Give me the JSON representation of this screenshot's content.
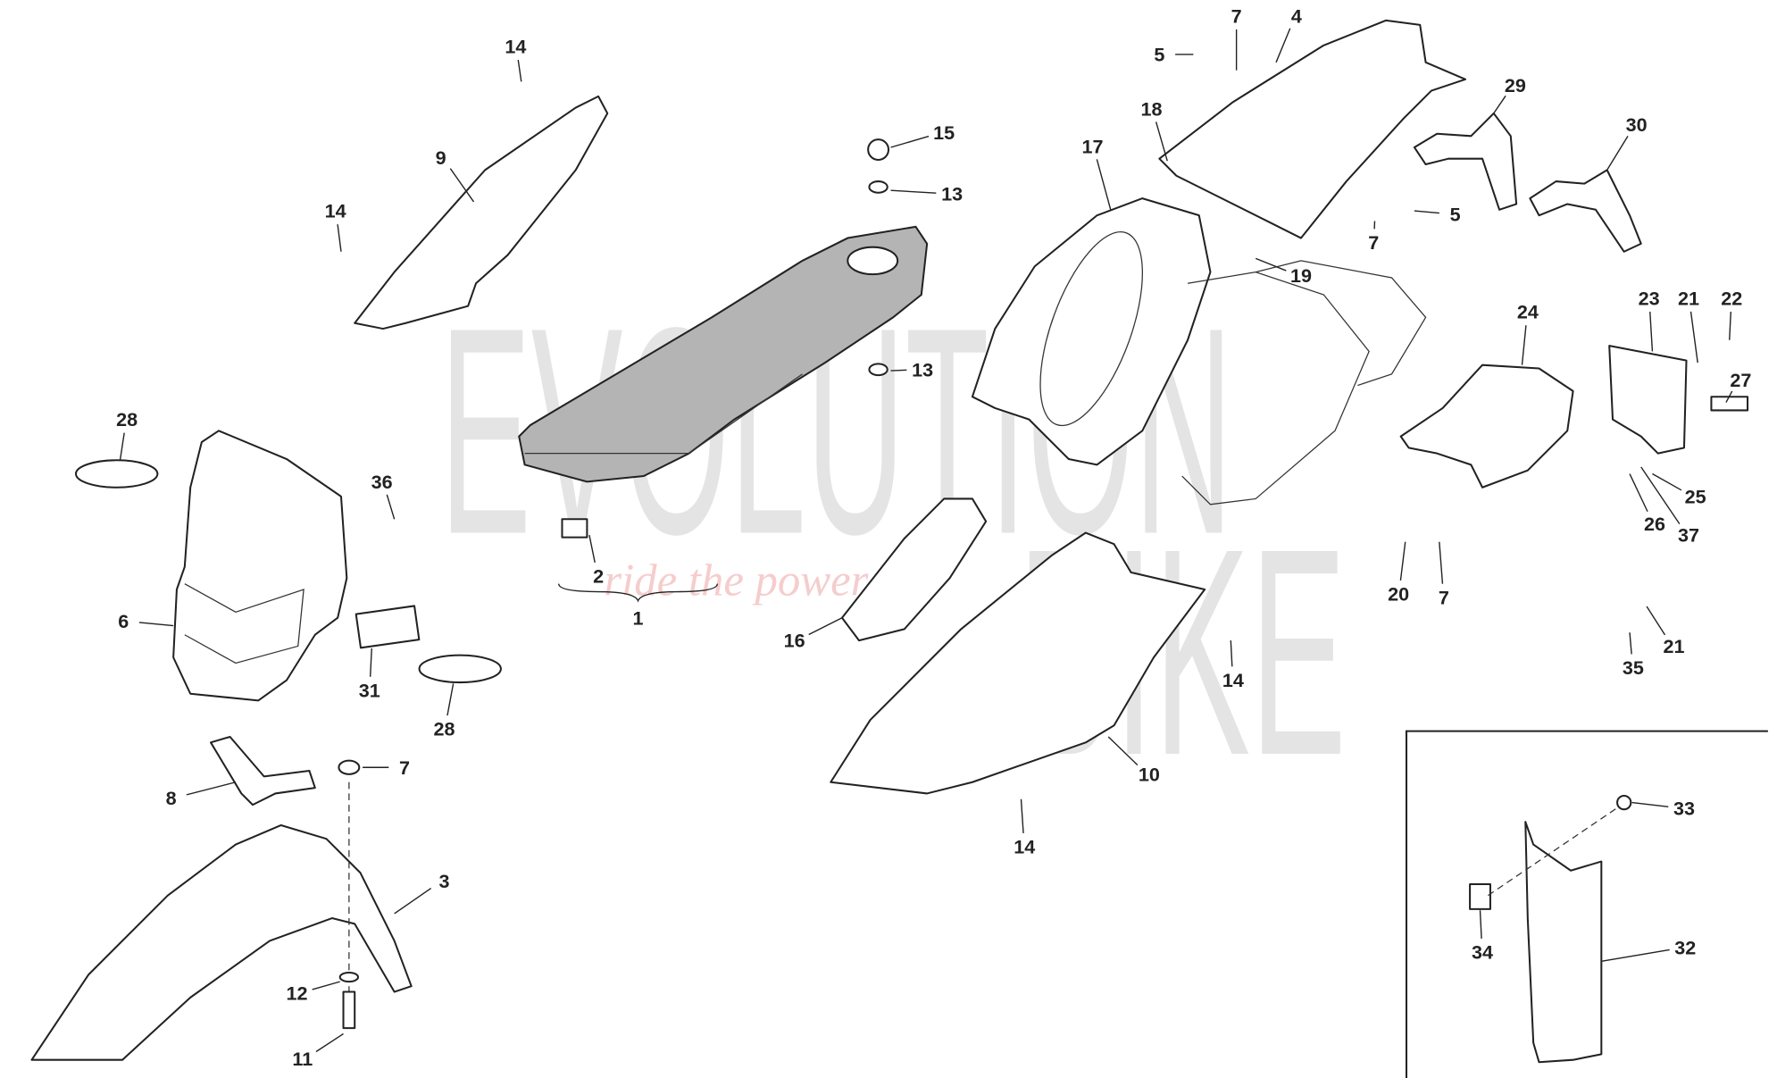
{
  "diagram": {
    "watermark": {
      "brand_line1": "EVOLUTION",
      "brand_line2": "BIKE",
      "slogan": "ride the power"
    },
    "callouts": {
      "p1": "1",
      "p2": "2",
      "p3": "3",
      "p4": "4",
      "p5a": "5",
      "p5b": "5",
      "p6": "6",
      "p7a": "7",
      "p7b": "7",
      "p7c": "7",
      "p7d": "7",
      "p8": "8",
      "p9": "9",
      "p10": "10",
      "p11": "11",
      "p12": "12",
      "p13a": "13",
      "p13b": "13",
      "p14a": "14",
      "p14b": "14",
      "p14c": "14",
      "p14d": "14",
      "p15": "15",
      "p16": "16",
      "p17": "17",
      "p18": "18",
      "p19": "19",
      "p20": "20",
      "p21a": "21",
      "p21b": "21",
      "p22": "22",
      "p23": "23",
      "p24": "24",
      "p25": "25",
      "p26": "26",
      "p27": "27",
      "p28a": "28",
      "p28b": "28",
      "p29": "29",
      "p30": "30",
      "p31": "31",
      "p32": "32",
      "p33": "33",
      "p34": "34",
      "p35": "35",
      "p36": "36",
      "p37": "37"
    }
  }
}
